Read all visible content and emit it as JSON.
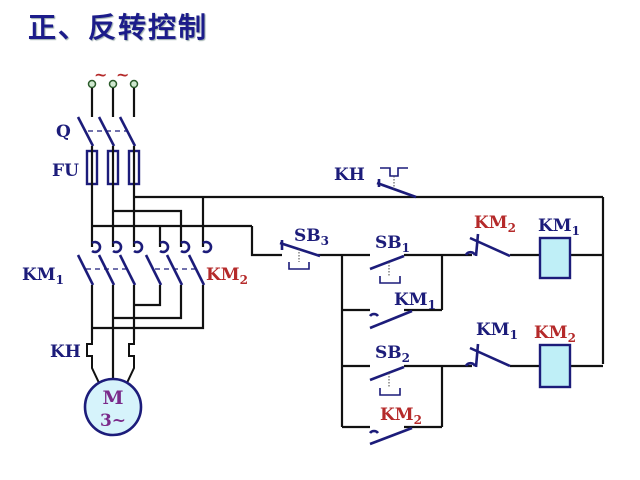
{
  "title": "正、反转控制",
  "main_circuit": {
    "supply_symbol": "~",
    "switch_label": "Q",
    "fuse_label": "FU",
    "contactor_forward_label": "KM",
    "contactor_forward_sub": "1",
    "contactor_reverse_label": "KM",
    "contactor_reverse_sub": "2",
    "thermal_relay_label": "KH",
    "motor_label": "M",
    "motor_phase": "3~"
  },
  "control_circuit": {
    "thermal_contact_label": "KH",
    "stop_button_label": "SB",
    "stop_button_sub": "3",
    "forward_button_label": "SB",
    "forward_button_sub": "1",
    "forward_hold_label": "KM",
    "forward_hold_sub": "1",
    "reverse_button_label": "SB",
    "reverse_button_sub": "2",
    "reverse_hold_label": "KM",
    "reverse_hold_sub": "2",
    "interlock_upper_label": "KM",
    "interlock_upper_sub": "2",
    "interlock_lower_label": "KM",
    "interlock_lower_sub": "1",
    "coil_upper_label": "KM",
    "coil_upper_sub": "1",
    "coil_lower_label": "KM",
    "coil_lower_sub": "2"
  },
  "colors": {
    "title": "#1c1c8a",
    "label_blue": "#1c1c7a",
    "label_red": "#b52a2a",
    "coil_fill": "#bfeff7",
    "motor_fill": "#d6f3fb",
    "motor_text": "#7a2a8a"
  }
}
